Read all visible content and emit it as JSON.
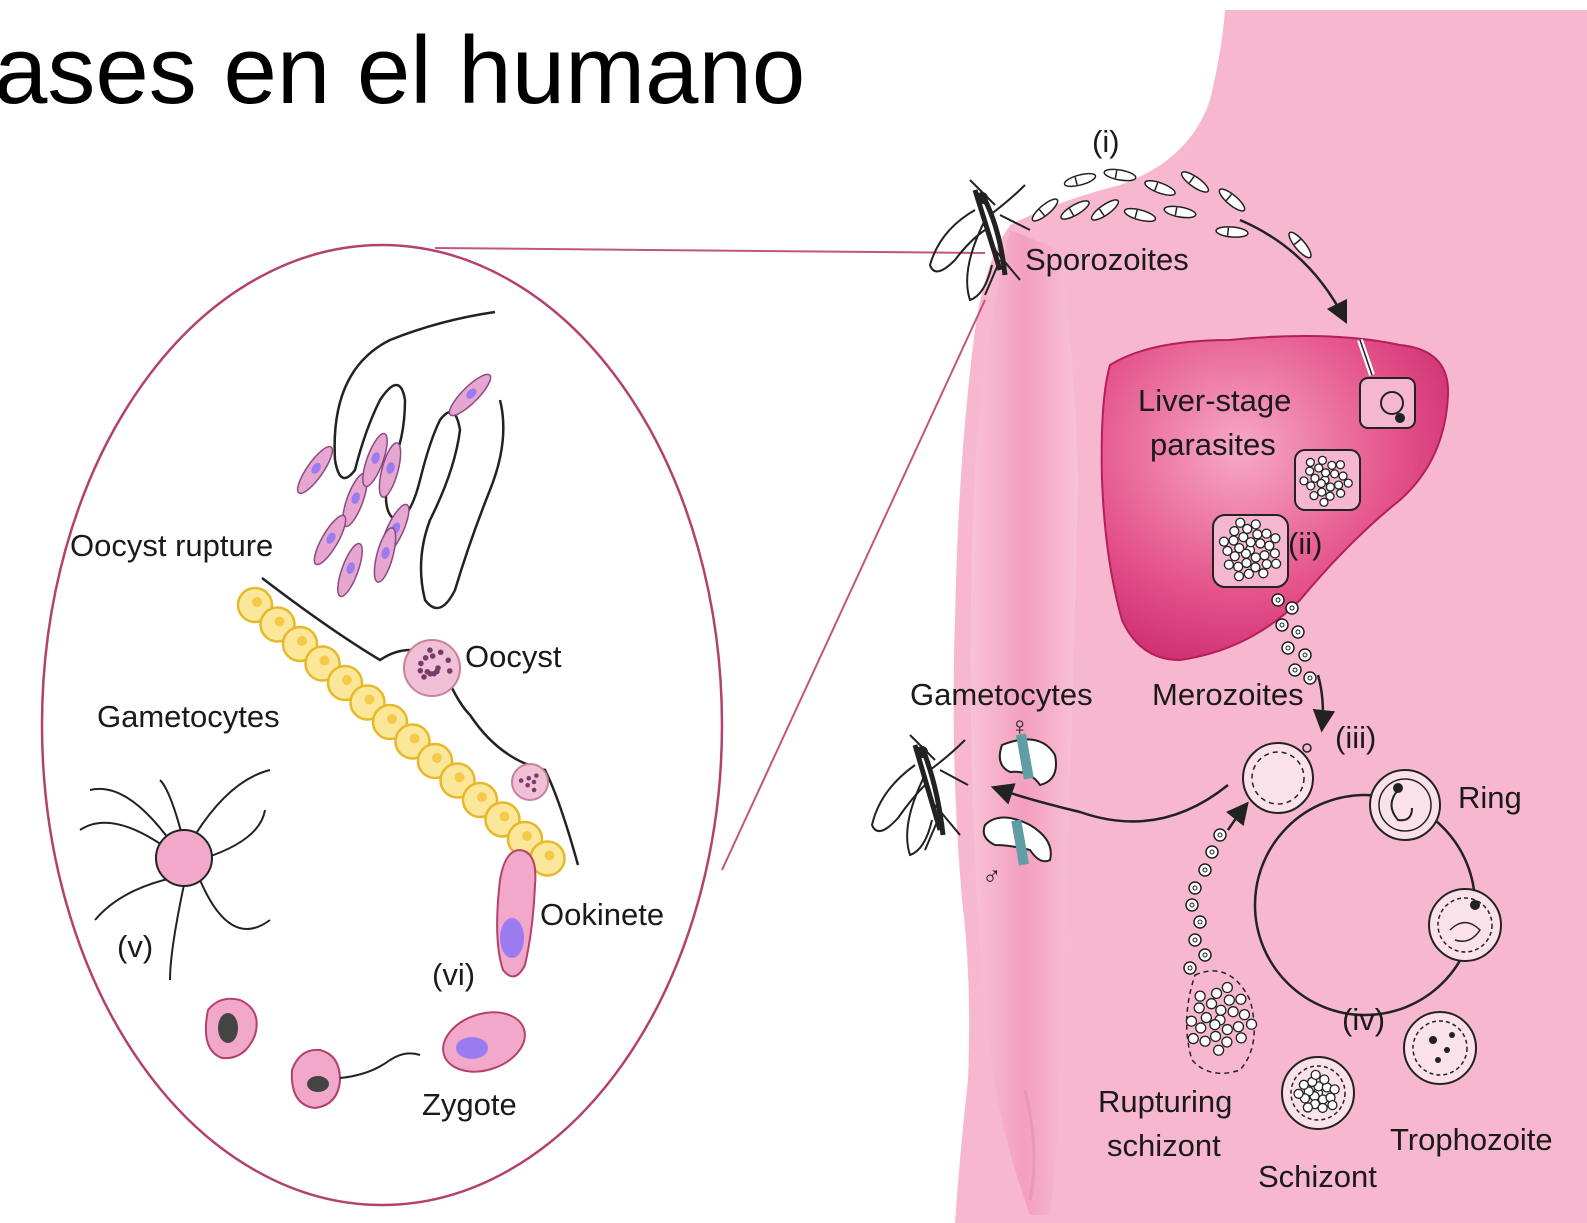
{
  "title": "ases en el humano",
  "colors": {
    "skin": "#f6b9cf",
    "skin_light": "#fbd3e1",
    "liver": "#e0457f",
    "liver_light": "#f48fb6",
    "circle_line": "#c2557f",
    "gut_cells": "#f7d64a",
    "nucleus": "#9b7cf0",
    "cell_fill": "#f0a9c9",
    "band": "#5f9ea6"
  },
  "labels": {
    "i": "(i)",
    "sporozoites": "Sporozoites",
    "liver_stage_1": "Liver-stage",
    "liver_stage_2": "parasites",
    "ii": "(ii)",
    "merozoites": "Merozoites",
    "gametocytes_human": "Gametocytes",
    "iii": "(iii)",
    "ring": "Ring",
    "trophozoite": "Trophozoite",
    "iv": "(iv)",
    "schizont": "Schizont",
    "rupturing_1": "Rupturing",
    "rupturing_2": "schizont",
    "oocyst_rupture": "Oocyst rupture",
    "oocyst": "Oocyst",
    "gametocytes_mosquito": "Gametocytes",
    "v": "(v)",
    "vi": "(vi)",
    "ookinete": "Ookinete",
    "zygote": "Zygote",
    "female_symbol": "♀",
    "male_symbol": "♂"
  }
}
